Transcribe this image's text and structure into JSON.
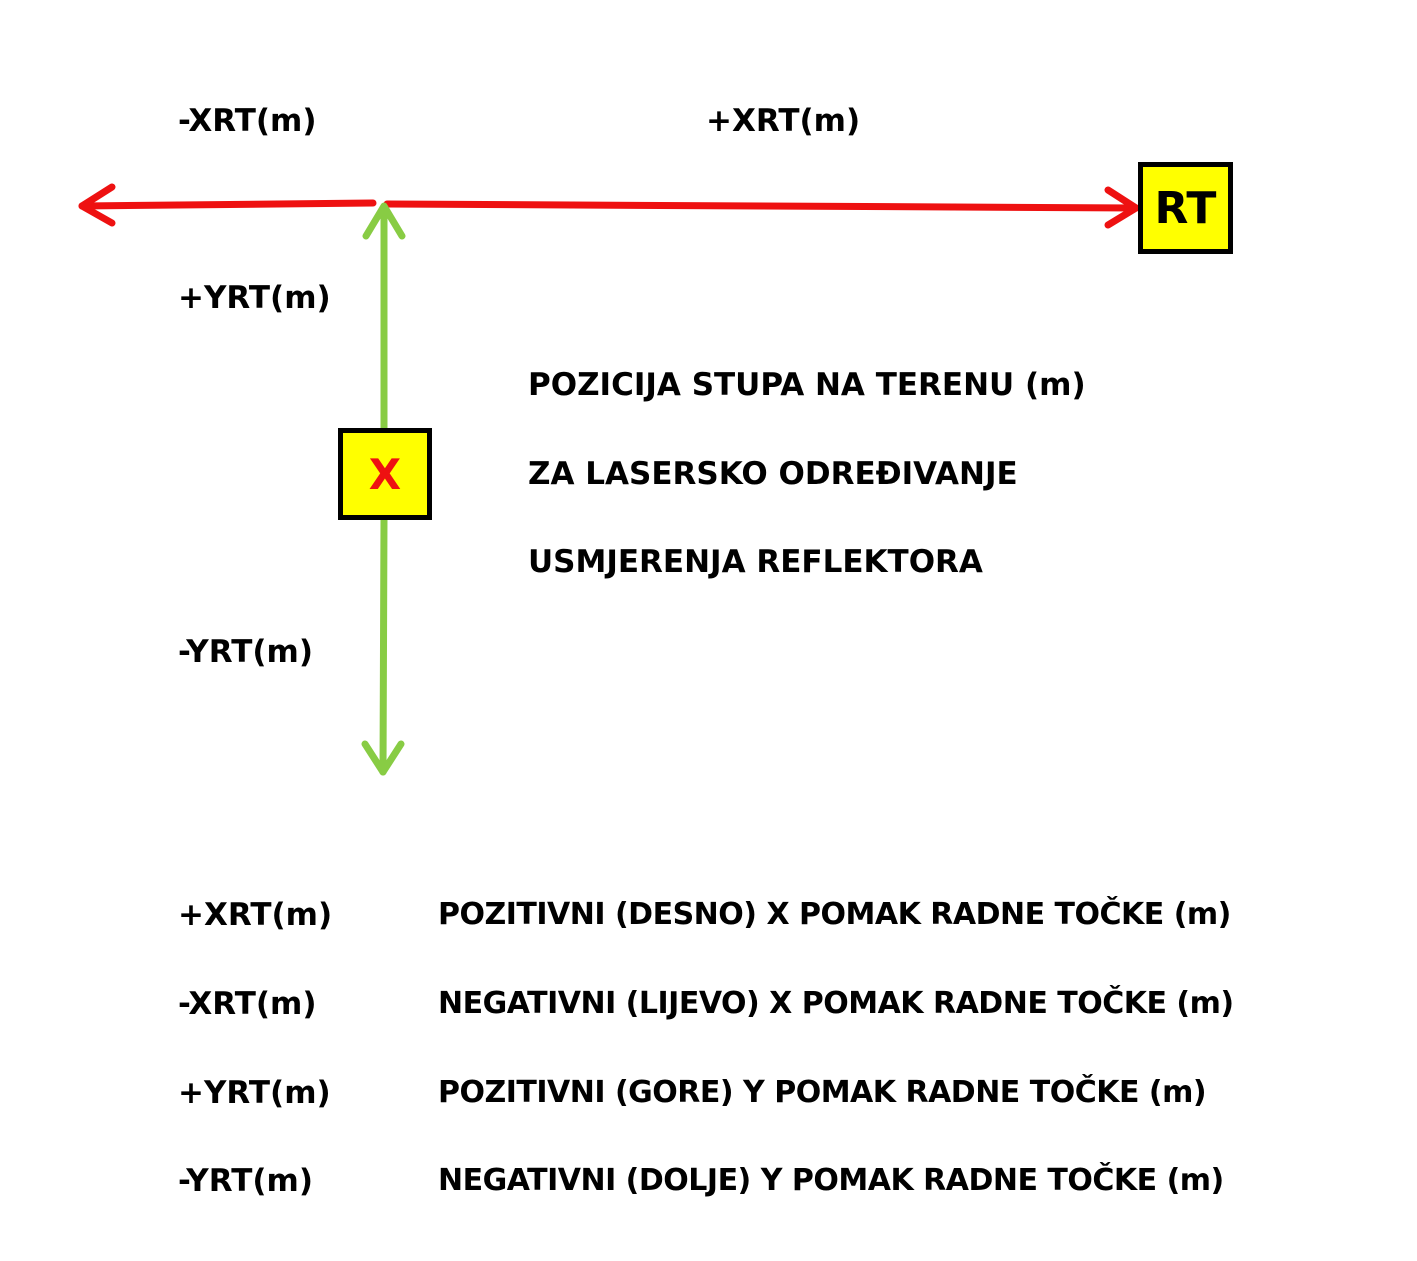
{
  "axes": {
    "x_negative_label": "-XRT(m)",
    "x_positive_label": "+XRT(m)",
    "y_positive_label": "+YRT(m)",
    "y_negative_label": "-YRT(m)",
    "x_axis_color": "#ee1111",
    "y_axis_color": "#88cc44"
  },
  "markers": {
    "reference_point": {
      "label": "RT",
      "fill": "#ffff00"
    },
    "pole_position": {
      "label": "X",
      "fill": "#ffff00",
      "text_color": "#ee1111"
    }
  },
  "title": {
    "lines": [
      "POZICIJA STUPA NA TERENU (m)",
      "ZA LASERSKO ODREĐIVANJE",
      "USMJERENJA REFLEKTORA"
    ]
  },
  "legend": [
    {
      "key": "+XRT(m)",
      "description": "POZITIVNI (DESNO) X POMAK RADNE TOČKE (m)"
    },
    {
      "key": "-XRT(m)",
      "description": "NEGATIVNI (LIJEVO) X POMAK RADNE TOČKE (m)"
    },
    {
      "key": "+YRT(m)",
      "description": "POZITIVNI (GORE) Y POMAK RADNE TOČKE (m)"
    },
    {
      "key": "-YRT(m)",
      "description": "NEGATIVNI (DOLJE) Y POMAK RADNE TOČKE (m)"
    }
  ]
}
